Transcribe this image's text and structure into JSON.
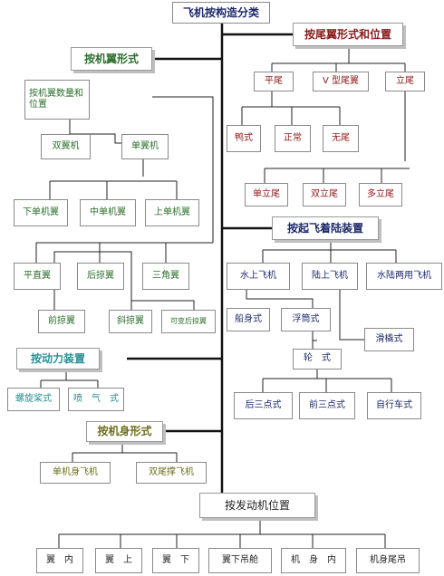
{
  "title": "飞机按构造分类",
  "wing_section": {
    "header": "按机翼形式",
    "wing_count_position": "按机翼数量和位置",
    "biplane": "双翼机",
    "monoplane": "单翼机",
    "low_wing": "下单机翼",
    "mid_wing": "中单机翼",
    "high_wing": "上单机翼",
    "straight_wing": "平直翼",
    "swept_back": "后掠翼",
    "delta": "三角翼",
    "swept_forward": "前掠翼",
    "oblique": "斜掠翼",
    "variable_sweep": "可变后掠翼"
  },
  "tail_section": {
    "header": "按尾翼形式和位置",
    "horizontal_tail": "平尾",
    "v_tail": "V 型尾翼",
    "vertical_tail": "立尾",
    "canard": "鸭式",
    "conventional": "正常",
    "tailless": "无尾",
    "single_fin": "单立尾",
    "twin_fin": "双立尾",
    "multi_fin": "多立尾"
  },
  "gear_section": {
    "header": "按起飞着陆装置",
    "seaplane": "水上飞机",
    "landplane": "陆上飞机",
    "amphibian": "水陆两用飞机",
    "hull": "船身式",
    "float": "浮筒式",
    "skid": "滑橇式",
    "wheel": "轮　式",
    "tricycle": "后三点式",
    "nose_wheel": "前三点式",
    "bicycle": "自行车式"
  },
  "power_section": {
    "header": "按动力装置",
    "propeller": "螺旋桨式",
    "jet": "喷　气　式"
  },
  "fuselage_section": {
    "header": "按机身形式",
    "single_fuselage": "单机身飞机",
    "twin_boom": "双尾撑飞机"
  },
  "engine_section": {
    "header": "按发动机位置",
    "in_wing": "翼　内",
    "above_wing": "翼　上",
    "below_wing": "翼　下",
    "under_wing_pod": "翼下吊舱",
    "in_fuselage": "机　身　内",
    "tail_pod": "机身尾吊"
  }
}
